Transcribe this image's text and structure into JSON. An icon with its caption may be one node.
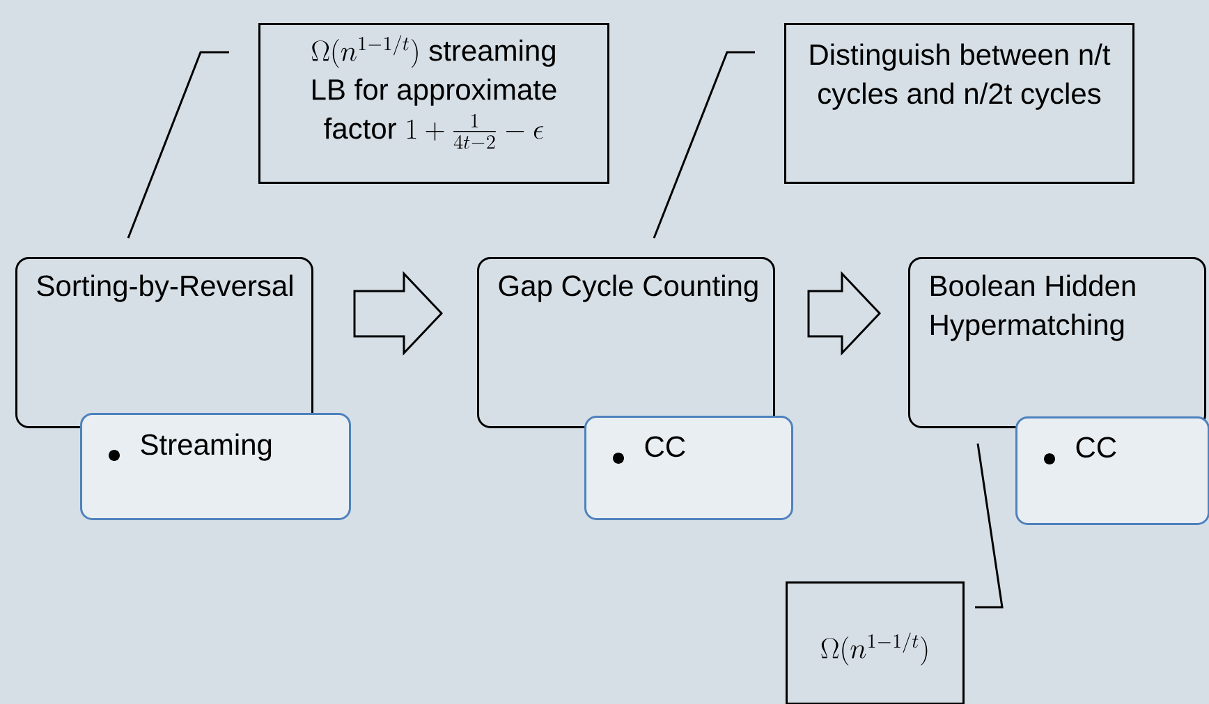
{
  "diagram": {
    "nodes": [
      {
        "text": [
          "\\Omega(n^{1-1/t})\\text{ streaming}\\allowbreak\\;\\text{LB for approximate}\\allowbreak\\;\\text{factor }1+\\frac{1}{4t-2}-\\epsilon"
        ]
      },
      {
        "text": [
          "Distinguish between n/t cycles and n/2t cycles"
        ]
      },
      {
        "text": [
          "Sorting-by-Reversal"
        ]
      },
      {
        "text": [
          "Streaming"
        ]
      },
      {
        "text": [
          "Gap Cycle Counting"
        ]
      },
      {
        "text": [
          "CC"
        ]
      },
      {
        "text": [
          "Boolean Hidden Hypermatching"
        ]
      },
      {
        "text": [
          "CC"
        ]
      },
      {
        "text": [
          "\\Omega(n^{1-1/t})"
        ]
      }
    ],
    "edges": [
      {
        "from": 2,
        "to": 4,
        "arrow": "to"
      },
      {
        "from": 4,
        "to": 6,
        "arrow": "to"
      },
      {
        "from": 0,
        "to": 2,
        "arrow": "none"
      },
      {
        "from": 1,
        "to": 4,
        "arrow": "none"
      },
      {
        "from": 8,
        "to": 6,
        "arrow": "none"
      }
    ]
  }
}
